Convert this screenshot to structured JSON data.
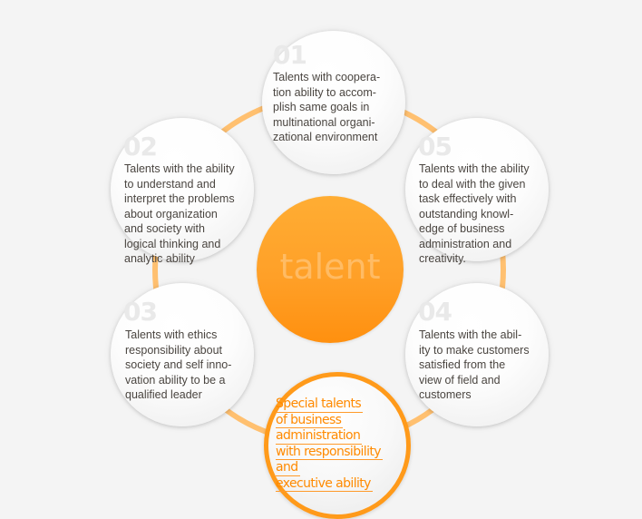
{
  "diagram": {
    "center": {
      "label": "talent"
    },
    "nodes": [
      {
        "number": "01",
        "lines": [
          "Talents with coopera-",
          "tion ability to accom-",
          "plish same goals in",
          "multinational organi-",
          "zational environment"
        ]
      },
      {
        "number": "02",
        "lines": [
          "Talents with the ability",
          "to understand and",
          "interpret the problems",
          "about organization",
          "and society with",
          "logical thinking and",
          "analytic ability"
        ]
      },
      {
        "number": "03",
        "lines": [
          "Talents with ethics",
          "responsibility about",
          "society and self inno-",
          "vation ability to be a",
          "qualified leader"
        ]
      },
      {
        "number": "04",
        "lines": [
          "Talents with the abil-",
          "ity to make customers",
          "satisfied from the",
          "view of field and",
          "customers"
        ]
      },
      {
        "number": "05",
        "lines": [
          "Talents with the ability",
          "to deal with the given",
          "task effectively with",
          "outstanding knowl-",
          "edge of business",
          "administration and",
          "creativity."
        ]
      }
    ],
    "highlight": {
      "lines": [
        "Special talents",
        "of business",
        "administration",
        "with responsibility",
        "and",
        "executive ability"
      ]
    },
    "colors": {
      "background": "#f4f4f4",
      "ring": "#ffc070",
      "center_top": "#ffad33",
      "center_bottom": "#ff900f",
      "highlight_text": "#ff8a00",
      "body_text": "#4a4540",
      "number_text": "#e9e9e9"
    }
  }
}
